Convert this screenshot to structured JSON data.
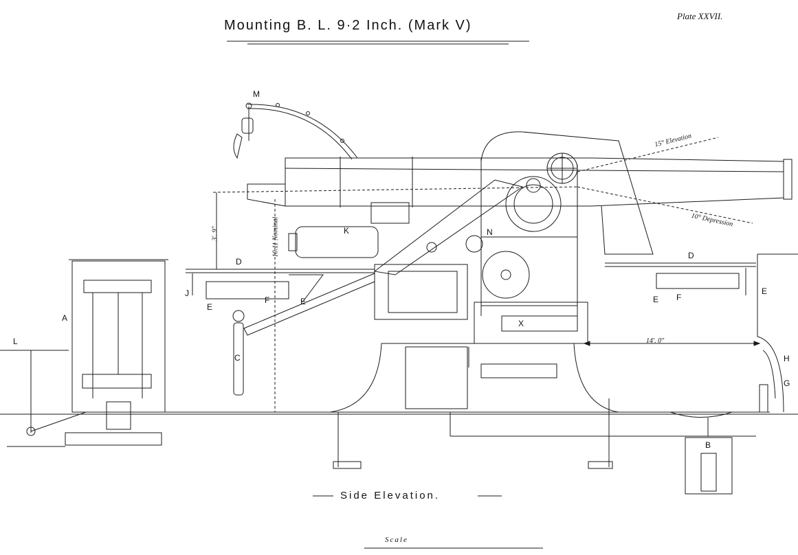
{
  "drawing": {
    "title": "Mounting B. L. 9·2 Inch. (Mark V)",
    "plate": "Plate XXVII.",
    "subtitle": "Side Elevation.",
    "scale_label": "Scale",
    "annotations": {
      "elevation": "15° Elevation",
      "depression": "10° Depression",
      "nominal": "10.11 Nominal",
      "dim_span": "14'. 0\"",
      "dim_height": "3'. 9\""
    },
    "labels": {
      "M": "M",
      "K": "K",
      "N": "N",
      "X": "X",
      "D_left": "D",
      "D_right": "D",
      "J": "J",
      "E_left": "E",
      "F_left": "F",
      "E_mid": "E",
      "E_right1": "E",
      "F_right": "F",
      "E_right2": "E",
      "A": "A",
      "L": "L",
      "C": "C",
      "B": "B",
      "H": "H",
      "G": "G"
    }
  }
}
